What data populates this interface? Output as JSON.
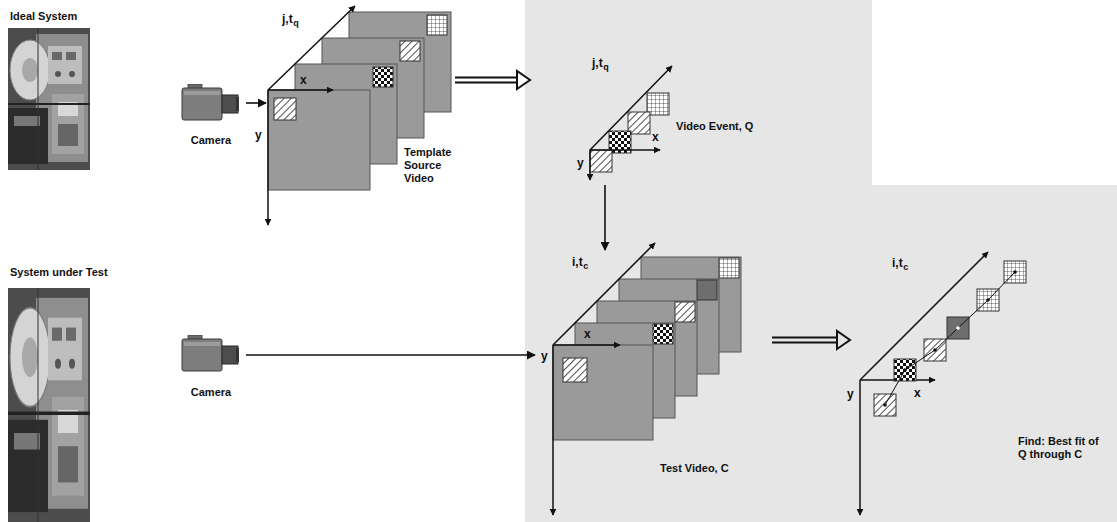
{
  "diagram": {
    "nodes": [
      {
        "text": [
          "Ideal System"
        ]
      },
      {
        "text": [
          "Camera"
        ]
      },
      {
        "text": [
          "Template Source Video"
        ]
      },
      {
        "text": [
          "Video Event, Q"
        ]
      },
      {
        "text": [
          "System under Test"
        ]
      },
      {
        "text": [
          "Camera"
        ]
      },
      {
        "text": [
          "Test Video, C"
        ]
      },
      {
        "text": [
          "Find: Best fit of Q through C"
        ]
      }
    ],
    "edges": [
      {
        "from": 1,
        "to": 2,
        "arrow": "to"
      },
      {
        "from": 2,
        "to": 3,
        "arrow": "to"
      },
      {
        "from": 3,
        "to": 6,
        "arrow": "to"
      },
      {
        "from": 5,
        "to": 6,
        "arrow": "to"
      },
      {
        "from": 6,
        "to": 7,
        "arrow": "to"
      }
    ],
    "labels": [
      "j,t",
      "q",
      "x",
      "y",
      "j,t",
      "q",
      "x",
      "y",
      "i,t",
      "c",
      "x",
      "y",
      "i,t",
      "c",
      "x",
      "y"
    ]
  }
}
